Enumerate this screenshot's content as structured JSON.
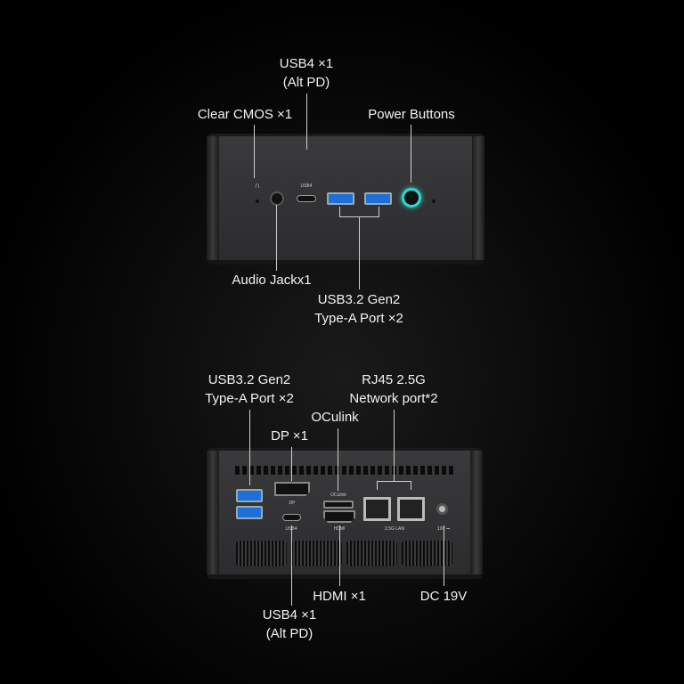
{
  "front": {
    "usb4": [
      "USB4 ×1",
      "(Alt PD)"
    ],
    "cmos": "Clear CMOS ×1",
    "power": "Power Buttons",
    "audio": "Audio Jackx1",
    "usba": [
      "USB3.2 Gen2",
      "Type-A Port ×2"
    ],
    "port_marks": {
      "usb4": "USB4"
    }
  },
  "rear": {
    "usba": [
      "USB3.2 Gen2",
      "Type-A Port ×2"
    ],
    "rj45": [
      "RJ45 2.5G",
      "Network port*2"
    ],
    "oculink": "OCulink",
    "dp": "DP ×1",
    "hdmi": "HDMI ×1",
    "dc": "DC 19V",
    "usb4": [
      "USB4 ×1",
      "(Alt PD)"
    ],
    "port_marks": {
      "oculink": "OCulink",
      "dp": "DP",
      "usb4": "USB4",
      "hdmi": "HDMI",
      "lan": "2.5G LAN",
      "dc": "19V ⎓"
    }
  },
  "colors": {
    "power_ring": "#2fd6d0",
    "usb_blue": "#1e6fd9"
  }
}
